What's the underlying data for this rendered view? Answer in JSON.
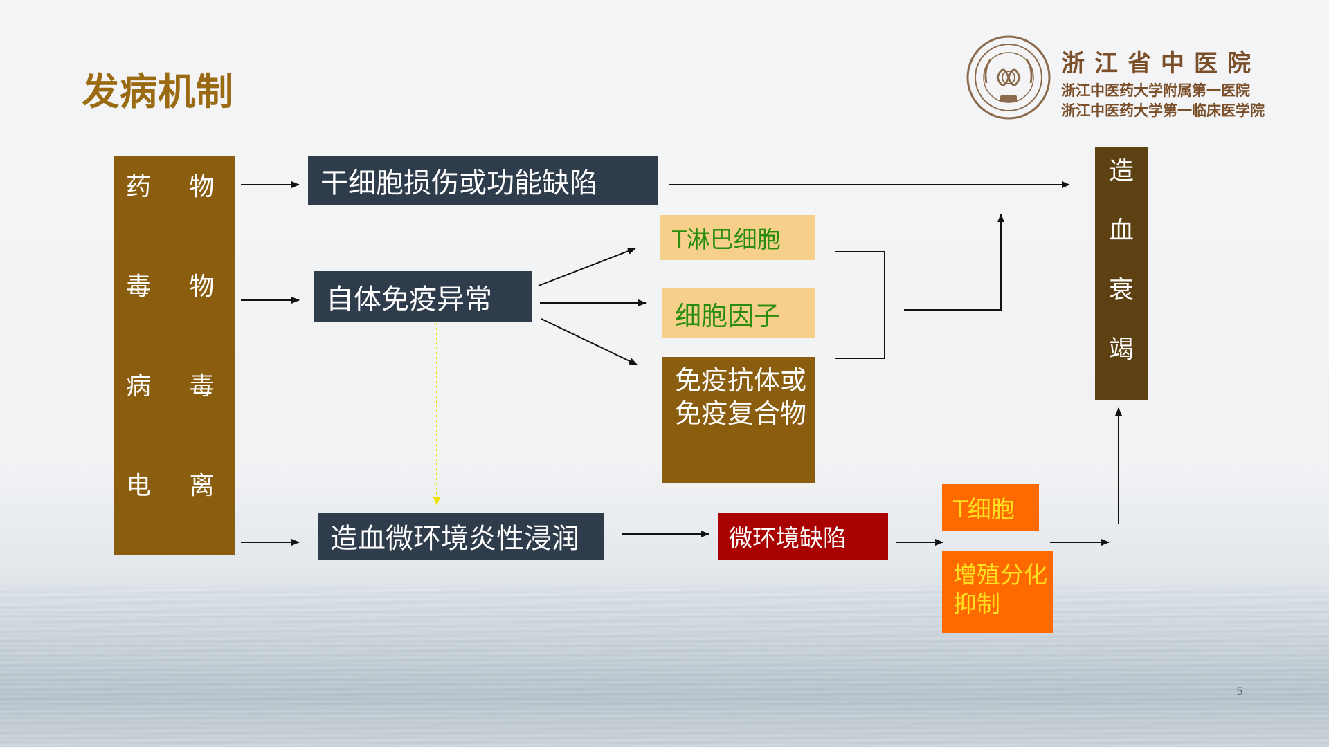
{
  "title": "发病机制",
  "logo": {
    "name": "浙江省中医院",
    "subtitle1": "浙江中医药大学附属第一医院",
    "subtitle2": "浙江中医药大学第一临床医学院"
  },
  "causes": [
    "药 物",
    "毒 物",
    "病 毒",
    "电 离"
  ],
  "boxes": {
    "stem_cell": "干细胞损伤或功能缺陷",
    "autoimmune": "自体免疫异常",
    "t_lymph": "T淋巴细胞",
    "cytokine": "细胞因子",
    "antibody": "免疫抗体或免疫复合物",
    "microenv": "造血微环境炎性浸润",
    "micro_defect": "微环境缺陷",
    "t_cell": "T细胞",
    "prolif": "增殖分化抑制"
  },
  "result": [
    "造",
    "血",
    "衰",
    "竭"
  ],
  "page_number": "5",
  "colors": {
    "title": "#9a6b12",
    "cause_box": "#8b5e0f",
    "dark_box": "#2f3c4b",
    "tan_box": "#f6d08a",
    "green_text": "#2a8d0f",
    "red_box": "#a90000",
    "orange_box": "#ff6a00",
    "yellow_text": "#ffe020",
    "result_box": "#5d4112"
  }
}
